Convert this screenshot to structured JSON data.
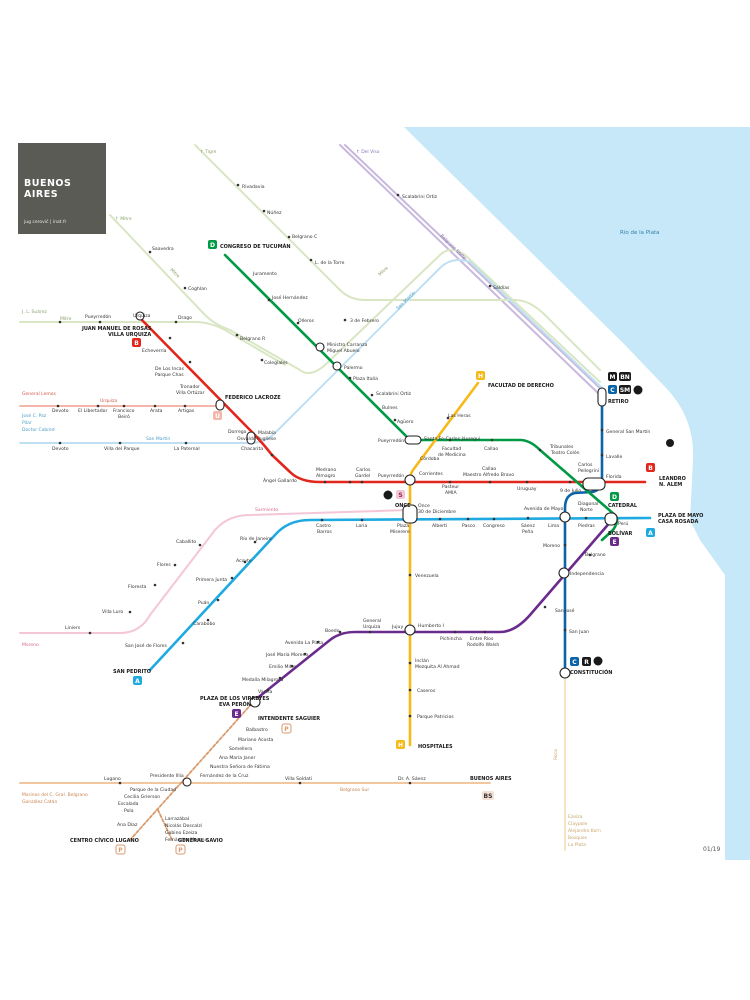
{
  "title": "BUENOS AIRES",
  "credit": "jug cerović | inat.fr",
  "sheet": "01/19",
  "water_label": "Río de la Plata",
  "colors": {
    "line_A": "#1fa9e1",
    "line_B": "#e2261c",
    "line_C": "#0b64a8",
    "line_D": "#009a44",
    "line_E": "#6a2b8d",
    "line_H": "#f5b918",
    "premetro": "#d99a6c",
    "mitre": "#d9e6c4",
    "sarmiento": "#f4c6d8",
    "san_martin": "#bfe0f3",
    "urquiza": "#f3b6a9",
    "belgrano_norte": "#c9b8dd",
    "belgrano_sur": "#f2c7a0",
    "roca": "#f6e3bf",
    "water": "#c7e8f8"
  },
  "line_badges": {
    "A": "A",
    "B": "B",
    "C": "C",
    "D": "D",
    "E": "E",
    "H": "H",
    "P": "P",
    "U": "U",
    "S": "S",
    "M": "M",
    "BN": "BN",
    "SM": "SM",
    "R": "R",
    "BS": "BS"
  },
  "rail_labels": {
    "tigre": "↑ Tigre",
    "del_viso": "↑ Del Viso",
    "mitre": "Mitre",
    "mitre_top": "↑ Mitre",
    "suarez": "J. L. Suárez",
    "belgrano_norte": "Belgrano Norte",
    "san_martin_top": "San Martín",
    "san_martin_mid": "San Martín",
    "general_lemos": "General Lemos",
    "urquiza": "Urquiza",
    "jose_c_paz": "José C. Paz",
    "pilar": "Pilar",
    "doctor_cabred": "Doctor Cabred",
    "sarmiento": "Sarmiento",
    "moreno": "Moreno",
    "belgrano_sur": "Belgrano Sur",
    "marinos": "Marinos del C. Gral. Belgrano",
    "gonzalez_catan": "González Catán",
    "roca": "Roca",
    "ezeiza": "Ezeiza",
    "claypole": "Claypole",
    "alejandro_korn": "Alejandro Korn",
    "bosques": "Bosques",
    "la_plata": "La Plata"
  },
  "major_stations": {
    "congreso_tucuman": "CONGRESO DE TUCUMÁN",
    "jm_rosas_1": "JUAN MANUEL DE ROSAS",
    "jm_rosas_2": "VILLA URQUIZA",
    "federico_lacroze": "FEDERICO LACROZE",
    "facultad_derecho": "FACULTAD DE DERECHO",
    "retiro": "RETIRO",
    "leandro_alem_1": "LEANDRO",
    "leandro_alem_2": "N. ALEM",
    "catedral": "CATEDRAL",
    "plaza_mayo_1": "PLAZA DE MAYO",
    "plaza_mayo_2": "CASA ROSADA",
    "bolivar": "BOLÍVAR",
    "once": "ONCE",
    "san_pedrito": "SAN PEDRITO",
    "constitucion": "CONSTITUCIÓN",
    "virreyes_1": "PLAZA DE LOS VIRREYES",
    "virreyes_2": "EVA PERÓN",
    "saguier": "INTENDENTE SAGUIER",
    "hospitales": "HOSPITALES",
    "buenos_aires": "BUENOS AIRES",
    "civico_lugano": "CENTRO CÍVICO LUGANO",
    "general_savio": "GENERAL SAVIO"
  },
  "stations": {
    "rivadavia": "Rivadavia",
    "nunez": "Núñez",
    "belgrano_c": "Belgrano C",
    "l_de_la_torre": "L. de la Torre",
    "scalabrini_top": "Scalabrini Ortiz",
    "saavedra": "Saavedra",
    "coghlan": "Coghlan",
    "urquiza_st": "Urquiza",
    "drago": "Drago",
    "juramento": "Juramento",
    "jose_hernandez": "José Hernández",
    "olleros": "Olleros",
    "tres_febrero": "3 de Febrero",
    "saldias": "Saldías",
    "belgrano_r": "Belgrano R",
    "colegiales": "Colegiales",
    "echeverria": "Echeverría",
    "ministro_carranza_1": "Ministro Carranza",
    "ministro_carranza_2": "Miguel Abuelo",
    "de_los_incas_1": "De Los Incas",
    "de_los_incas_2": "Parque Chas",
    "tronador_1": "Tronador",
    "tronador_2": "Villa Ortúzar",
    "palermo": "Palermo",
    "plaza_italia": "Plaza Italia",
    "scalabrini_d": "Scalabrini Ortiz",
    "bulnes": "Bulnes",
    "aguero": "Agüero",
    "las_heras": "Las Heras",
    "pueyrredon_d": "Pueyrredón",
    "santa_fe": "Santa Fe-Carlos Jáuregui",
    "facultad_medicina_1": "Facultad",
    "facultad_medicina_2": "de Medicina",
    "callao_d": "Callao",
    "tribunales_1": "Tribunales",
    "tribunales_2": "Teatro Colón",
    "general_san_martin": "General San Martín",
    "lavalle": "Lavalle",
    "florida": "Florida",
    "carlos_pellegrini_1": "Carlos",
    "carlos_pellegrini_2": "Pellegrini",
    "devoto_u": "Devoto",
    "el_libertador": "El Libertador",
    "francisco_beiro_1": "Francisco",
    "francisco_beiro_2": "Beiró",
    "arata": "Arata",
    "artigas": "Artigas",
    "dorrego": "Dorrego",
    "malabia_1": "Malabia",
    "malabia_2": "Osvaldo Pugliese",
    "devoto_sm": "Devoto",
    "villa_del_parque": "Villa del Parque",
    "la_paternal": "La Paternal",
    "chacarita": "Chacarita",
    "angel_gallardo": "Ángel Gallardo",
    "medrano_1": "Medrano",
    "medrano_2": "Almagro",
    "carlos_gardel_1": "Carlos",
    "carlos_gardel_2": "Gardel",
    "pueyrredon_b": "Pueyrredón",
    "corrientes": "Corrientes",
    "cordoba": "Córdoba",
    "pasteur_1": "Pasteur",
    "pasteur_2": "AMIA",
    "callao_b_1": "Callao",
    "callao_b_2": "Maestro Alfredo Bravo",
    "uruguay": "Uruguay",
    "nueve_julio": "9 de Julio",
    "diagonal_norte_1": "Diagonal",
    "diagonal_norte_2": "Norte",
    "avenida_mayo": "Avenida de Mayo",
    "lima": "Lima",
    "piedras": "Piedras",
    "peru": "Perú",
    "once_1": "Once",
    "once_2": "30 de Diciembre",
    "plaza_miserere_1": "Plaza",
    "plaza_miserere_2": "Miserere",
    "castro_barros_1": "Castro",
    "castro_barros_2": "Barros",
    "loria": "Loria",
    "alberti": "Alberti",
    "pasco": "Pasco",
    "congreso": "Congreso",
    "saenz_pena_1": "Sáenz",
    "saenz_pena_2": "Peña",
    "caballito": "Caballito",
    "flores": "Flores",
    "floresta": "Floresta",
    "villa_luro": "Villa Luro",
    "liniers": "Liniers",
    "rio_de_janeiro": "Río de Janeiro",
    "acoyte": "Acoyte",
    "primera_junta": "Primera Junta",
    "puan": "Puán",
    "carabobo": "Carabobo",
    "san_jose_flores": "San José de Flores",
    "venezuela": "Venezuela",
    "moreno_c": "Moreno",
    "belgrano_e": "Belgrano",
    "independencia": "Independencia",
    "san_jose": "San José",
    "san_juan": "San Juan",
    "boedo": "Boedo",
    "general_urquiza_1": "General",
    "general_urquiza_2": "Urquiza",
    "jujuy": "Jujuy",
    "humberto": "Humberto I",
    "pichincha": "Pichincha",
    "entre_rios_1": "Entre Ríos",
    "entre_rios_2": "Rodolfo Walsh",
    "avenida_la_plata": "Avenida La Plata",
    "jose_maria_moreno": "José María Moreno",
    "emilio_mitre": "Emilio Mitre",
    "medalla_milagrosa": "Medalla Milagrosa",
    "varela": "Varela",
    "inclan_1": "Inclán",
    "inclan_2": "Mezquita Al Ahmad",
    "caseros": "Caseros",
    "parque_patricios": "Parque Patricios",
    "balbastro": "Balbastro",
    "mariano_acosta": "Mariano Acosta",
    "somellera": "Somellera",
    "ana_maria_janer": "Ana María Janer",
    "nuestra_senora": "Nuestra Señora de Fátima",
    "fernandez_cruz": "Fernández de la Cruz",
    "lugano": "Lugano",
    "presidente_illia": "Presidente Illia",
    "villa_soldati": "Villa Soldati",
    "dr_saenz": "Dr. A. Sáenz",
    "parque_ciudad": "Parque de la Ciudad",
    "cecilia_grierson": "Cecilia Grierson",
    "escalada": "Escalada",
    "pola": "Pola",
    "ana_diaz": "Ana Díaz",
    "larrazabal": "Larrazábal",
    "nicolas_descalzi": "Nicolás Descalzi",
    "gabino_ezeiza": "Gabino Ezeiza",
    "fernandez_moreno": "Fernández Moreno",
    "puerredon_mitre": "Pueyrredón"
  }
}
